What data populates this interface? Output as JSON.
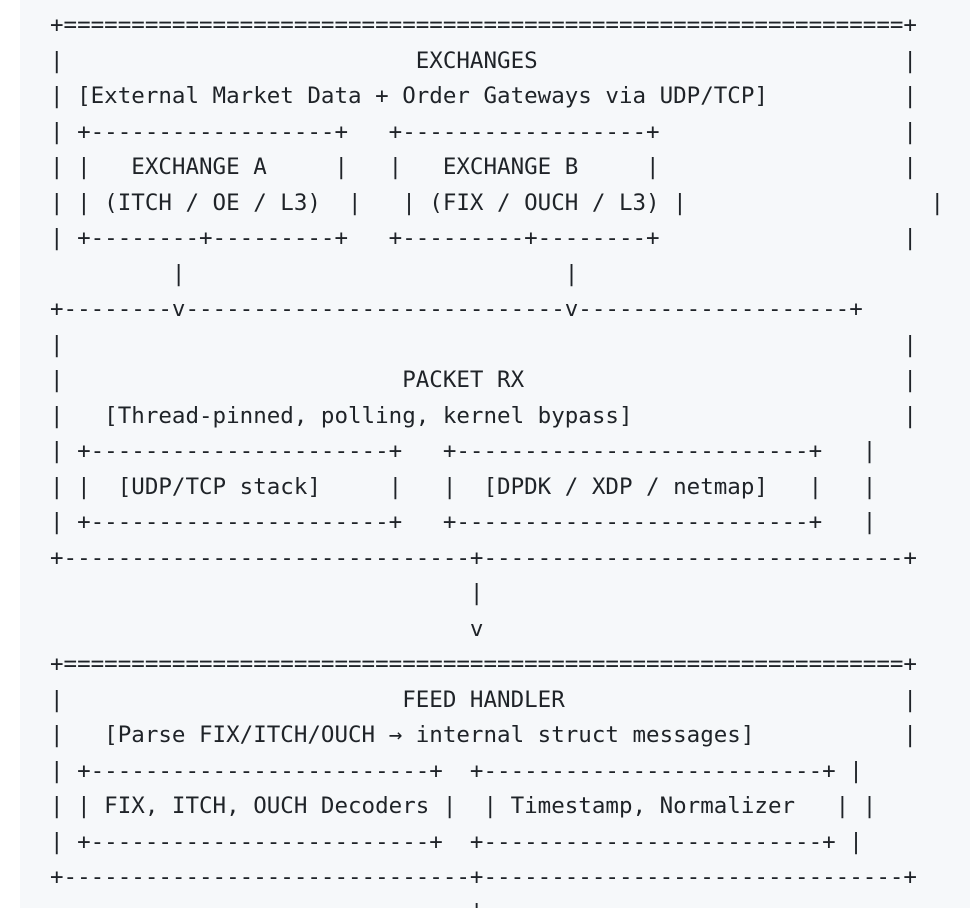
{
  "diagram": {
    "lines": [
      "+==============================================================+",
      "|                          EXCHANGES                           |",
      "| [External Market Data + Order Gateways via UDP/TCP]          |",
      "| +------------------+   +------------------+                  |",
      "| |   EXCHANGE A     |   |   EXCHANGE B     |                  |",
      "| | (ITCH / OE / L3)  |   | (FIX / OUCH / L3) |                  |",
      "| +--------+---------+   +---------+--------+                  |",
      "         |                            |",
      "+--------v----------------------------v--------------------+",
      "|                                                              |",
      "|                         PACKET RX                            |",
      "|   [Thread-pinned, polling, kernel bypass]                    |",
      "| +----------------------+   +--------------------------+   |",
      "| |  [UDP/TCP stack]     |   |  [DPDK / XDP / netmap]   |   |",
      "| +----------------------+   +--------------------------+   |",
      "+------------------------------+-------------------------------+",
      "                               |",
      "                               v",
      "+==============================================================+",
      "|                         FEED HANDLER                         |",
      "|   [Parse FIX/ITCH/OUCH → internal struct messages]           |",
      "| +-------------------------+  +-------------------------+ |",
      "| | FIX, ITCH, OUCH Decoders |  | Timestamp, Normalizer   | |",
      "| +-------------------------+  +-------------------------+ |",
      "+------------------------------+-------------------------------+",
      "                               |"
    ]
  }
}
